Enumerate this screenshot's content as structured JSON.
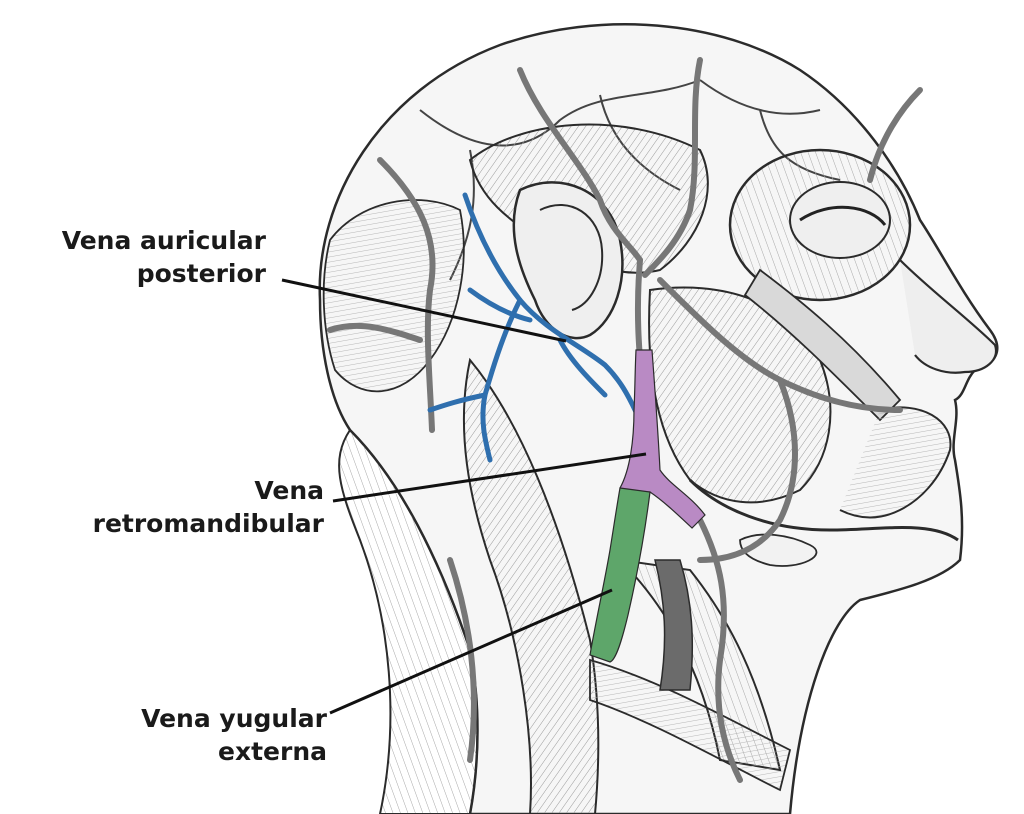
{
  "labels": {
    "auricular": {
      "line1": "Vena auricular",
      "line2": "posterior"
    },
    "retromandibular": {
      "line1": "Vena",
      "line2": "retromandibular"
    },
    "yugular": {
      "line1": "Vena yugular",
      "line2": "externa"
    }
  },
  "colors": {
    "auricular_vein": "#2f6fae",
    "retromandibular_vein": "#b98ac4",
    "external_jugular_vein": "#5ea66a",
    "line_art": "#2b2b2b",
    "skin": "#f4f4f4",
    "muscle_fill": "#e2e2e2"
  }
}
